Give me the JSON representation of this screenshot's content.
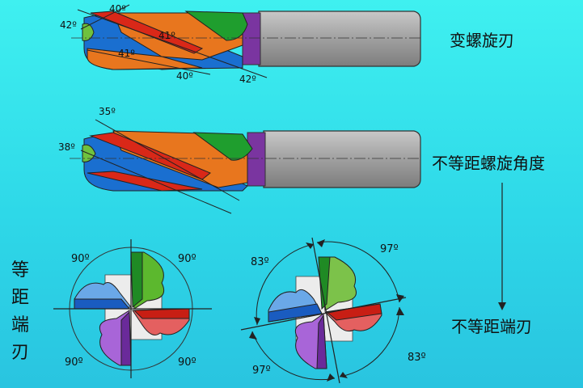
{
  "labels": {
    "variable_helix": "变螺旋刃",
    "unequal_helix": "不等距螺旋角度",
    "equal_pitch": "等距端刃",
    "unequal_pitch": "不等距端刃"
  },
  "top_angles": {
    "a1": "40º",
    "a2": "42º",
    "a3": "41º",
    "a4": "41º",
    "a5": "40º",
    "a6": "42º"
  },
  "mid_angles": {
    "a1": "35º",
    "a2": "38º"
  },
  "equal_angles": {
    "tl": "90º",
    "tr": "90º",
    "bl": "90º",
    "br": "90º"
  },
  "unequal_angles": {
    "tl": "83º",
    "tr": "97º",
    "bl": "97º",
    "br": "83º"
  },
  "colors": {
    "orange": "#e8761e",
    "blue": "#1a6fd0",
    "green": "#1f9e2e",
    "red": "#d92818",
    "purple": "#8a3fb0",
    "shank": "#9c9c9c"
  }
}
